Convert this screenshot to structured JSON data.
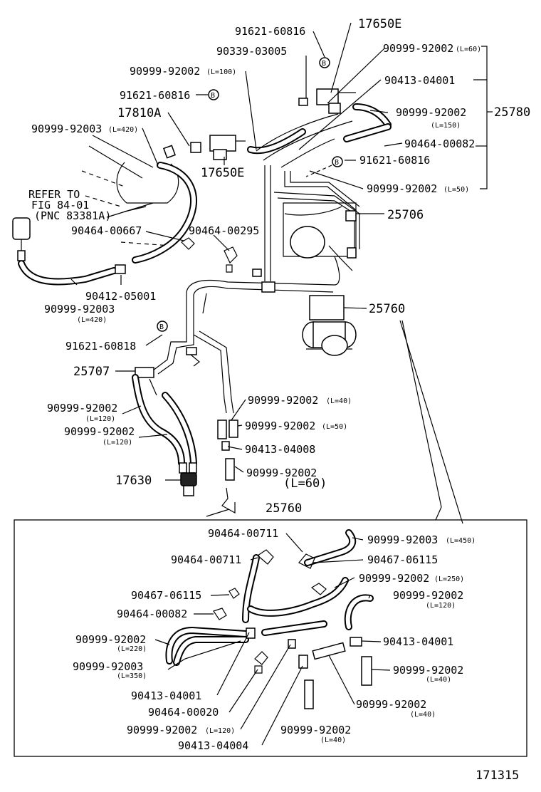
{
  "diagram_number": "171315",
  "callouts": {
    "n91621_60816_top": "91621-60816",
    "n17650E_top": "17650E",
    "n90339_03005": "90339-03005",
    "n90999_92002_L60_top": "90999-92002",
    "n90999_92002_L60_top_len": "(L=60)",
    "n90999_92002_L100": "90999-92002",
    "n90999_92002_L100_len": "(L=100)",
    "n90413_04001_top": "90413-04001",
    "n91621_60816_mid": "91621-60816",
    "n17810A": "17810A",
    "n90999_92002_L150": "90999-92002",
    "n90999_92002_L150_len": "(L=150)",
    "n25780": "25780",
    "n90999_92003_L420_top": "90999-92003",
    "n90999_92003_L420_top_len": "(L=420)",
    "n90464_00082_top": "90464-00082",
    "n17650E_mid": "17650E",
    "n91621_60816_right": "91621-60816",
    "n90999_92002_L50_right": "90999-92002",
    "n90999_92002_L50_right_len": "(L=50)",
    "refer_line1": "REFER TO",
    "refer_line2": "FIG 84-01",
    "refer_line3": "(PNC 83381A)",
    "n25706": "25706",
    "n90464_00667": "90464-00667",
    "n90464_00295": "90464-00295",
    "n90412_05001": "90412-05001",
    "n90999_92003_L420_low": "90999-92003",
    "n90999_92003_L420_low_len": "(L=420)",
    "n25760_upper": "25760",
    "n91621_60818": "91621-60818",
    "n25707": "25707",
    "n90999_92002_L40_mid": "90999-92002",
    "n90999_92002_L40_mid_len": "(L=40)",
    "n90999_92002_L120_a": "90999-92002",
    "n90999_92002_L120_a_len": "(L=120)",
    "n90999_92002_L50_mid": "90999-92002",
    "n90999_92002_L50_mid_len": "(L=50)",
    "n90999_92002_L120_b": "90999-92002",
    "n90999_92002_L120_b_len": "(L=120)",
    "n90413_04008": "90413-04008",
    "n90999_92002_L60_low": "90999-92002",
    "n90999_92002_L60_low_len": "(L=60)",
    "n17630": "17630"
  },
  "detail": {
    "title": "25760",
    "n90464_00711_a": "90464-00711",
    "n90999_92003_L450": "90999-92003",
    "n90999_92003_L450_len": "(L=450)",
    "n90464_00711_b": "90464-00711",
    "n90467_06115_a": "90467-06115",
    "n90999_92002_L250": "90999-92002",
    "n90999_92002_L250_len": "(L=250)",
    "n90467_06115_b": "90467-06115",
    "n90999_92002_L120_r": "90999-92002",
    "n90999_92002_L120_r_len": "(L=120)",
    "n90464_00082": "90464-00082",
    "n90999_92002_L220": "90999-92002",
    "n90999_92002_L220_len": "(L=220)",
    "n90413_04001_r": "90413-04001",
    "n90999_92003_L350": "90999-92003",
    "n90999_92003_L350_len": "(L=350)",
    "n90999_92002_L40_r": "90999-92002",
    "n90999_92002_L40_r_len": "(L=40)",
    "n90413_04001_l": "90413-04001",
    "n90464_00020": "90464-00020",
    "n90999_92002_L40_b": "90999-92002",
    "n90999_92002_L40_b_len": "(L=40)",
    "n90999_92002_L120_l": "90999-92002",
    "n90999_92002_L120_l_len": "(L=120)",
    "n90999_92002_L40_c": "90999-92002",
    "n90999_92002_L40_c_len": "(L=40)",
    "n90413_04004": "90413-04004"
  }
}
